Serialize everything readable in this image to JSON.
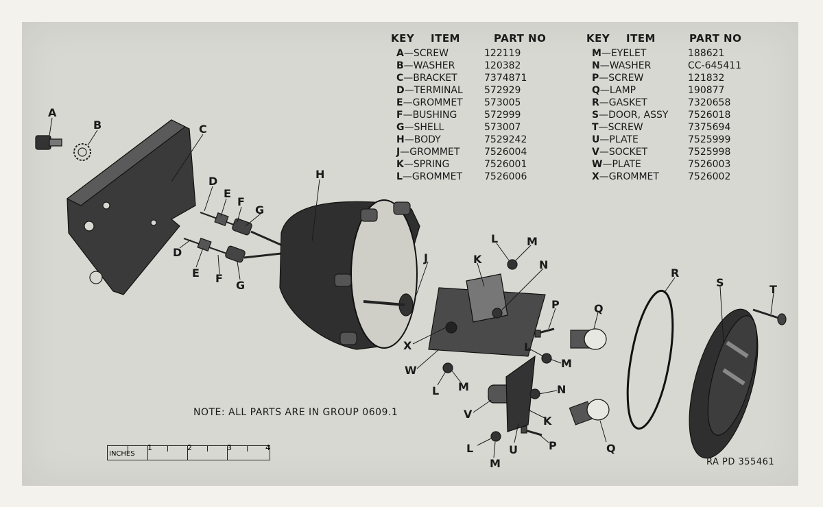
{
  "table": {
    "headers": {
      "key": "KEY",
      "item": "ITEM",
      "part_no": "PART NO"
    },
    "left": [
      {
        "key": "A",
        "item": "SCREW",
        "part": "122119"
      },
      {
        "key": "B",
        "item": "WASHER",
        "part": "120382"
      },
      {
        "key": "C",
        "item": "BRACKET",
        "part": "7374871"
      },
      {
        "key": "D",
        "item": "TERMINAL",
        "part": "572929"
      },
      {
        "key": "E",
        "item": "GROMMET",
        "part": "573005"
      },
      {
        "key": "F",
        "item": "BUSHING",
        "part": "572999"
      },
      {
        "key": "G",
        "item": "SHELL",
        "part": "573007"
      },
      {
        "key": "H",
        "item": "BODY",
        "part": "7529242"
      },
      {
        "key": "J",
        "item": "GROMMET",
        "part": "7526004"
      },
      {
        "key": "K",
        "item": "SPRING",
        "part": "7526001"
      },
      {
        "key": "L",
        "item": "GROMMET",
        "part": "7526006"
      }
    ],
    "right": [
      {
        "key": "M",
        "item": "EYELET",
        "part": "188621"
      },
      {
        "key": "N",
        "item": "WASHER",
        "part": "CC-645411"
      },
      {
        "key": "P",
        "item": "SCREW",
        "part": "121832"
      },
      {
        "key": "Q",
        "item": "LAMP",
        "part": "190877"
      },
      {
        "key": "R",
        "item": "GASKET",
        "part": "7320658"
      },
      {
        "key": "S",
        "item": "DOOR, ASSY",
        "part": "7526018"
      },
      {
        "key": "T",
        "item": "SCREW",
        "part": "7375694"
      },
      {
        "key": "U",
        "item": "PLATE",
        "part": "7525999"
      },
      {
        "key": "V",
        "item": "SOCKET",
        "part": "7525998"
      },
      {
        "key": "W",
        "item": "PLATE",
        "part": "7526003"
      },
      {
        "key": "X",
        "item": "GROMMET",
        "part": "7526002"
      }
    ]
  },
  "note": "NOTE: ALL PARTS ARE IN GROUP 0609.1",
  "ruler": {
    "unit": "INCHES",
    "marks": [
      "1",
      "2",
      "3",
      "4"
    ]
  },
  "figure_ref": "RA PD 355461",
  "callouts": [
    {
      "id": "A",
      "text": "A"
    },
    {
      "id": "B",
      "text": "B"
    },
    {
      "id": "C",
      "text": "C"
    },
    {
      "id": "D1",
      "text": "D"
    },
    {
      "id": "E1",
      "text": "E"
    },
    {
      "id": "F1",
      "text": "F"
    },
    {
      "id": "G1",
      "text": "G"
    },
    {
      "id": "D2",
      "text": "D"
    },
    {
      "id": "E2",
      "text": "E"
    },
    {
      "id": "F2",
      "text": "F"
    },
    {
      "id": "G2",
      "text": "G"
    },
    {
      "id": "H",
      "text": "H"
    },
    {
      "id": "J",
      "text": "J"
    },
    {
      "id": "K1",
      "text": "K"
    },
    {
      "id": "L1",
      "text": "L"
    },
    {
      "id": "M1",
      "text": "M"
    },
    {
      "id": "N1",
      "text": "N"
    },
    {
      "id": "P1",
      "text": "P"
    },
    {
      "id": "Q1",
      "text": "Q"
    },
    {
      "id": "R",
      "text": "R"
    },
    {
      "id": "S",
      "text": "S"
    },
    {
      "id": "T",
      "text": "T"
    },
    {
      "id": "X",
      "text": "X"
    },
    {
      "id": "W",
      "text": "W"
    },
    {
      "id": "L2",
      "text": "L"
    },
    {
      "id": "M2",
      "text": "M"
    },
    {
      "id": "L3",
      "text": "L"
    },
    {
      "id": "M3",
      "text": "M"
    },
    {
      "id": "N2",
      "text": "N"
    },
    {
      "id": "V",
      "text": "V"
    },
    {
      "id": "K2",
      "text": "K"
    },
    {
      "id": "P2",
      "text": "P"
    },
    {
      "id": "Q2",
      "text": "Q"
    },
    {
      "id": "U",
      "text": "U"
    },
    {
      "id": "L4",
      "text": "L"
    },
    {
      "id": "M4",
      "text": "M"
    }
  ]
}
